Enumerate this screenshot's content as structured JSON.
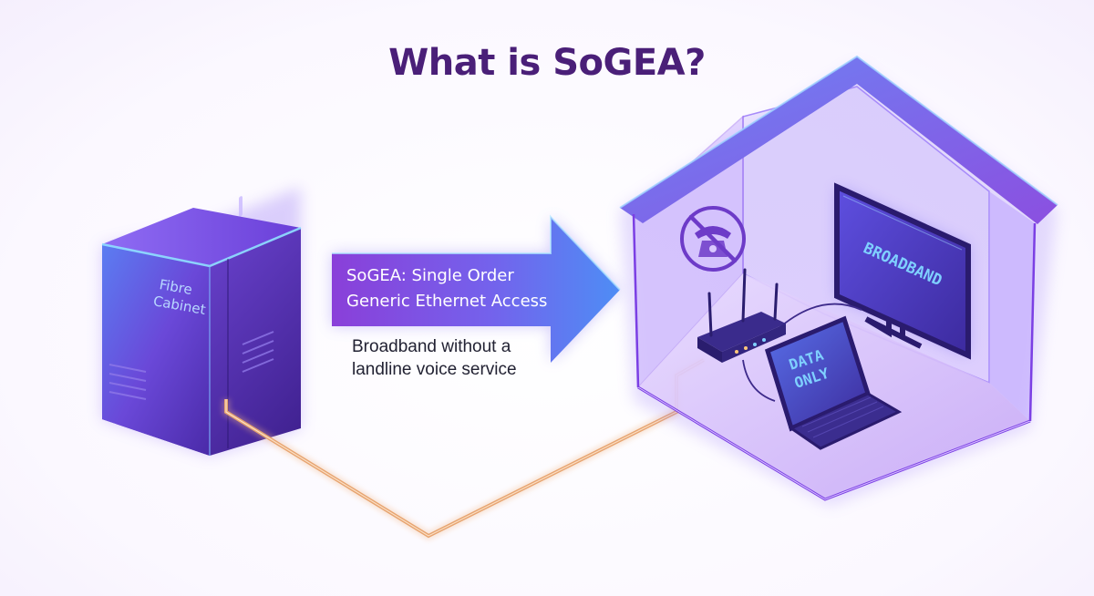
{
  "title": "What is SoGEA?",
  "arrow": {
    "line1": "SoGEA: Single Order",
    "line2": "Generic Ethernet Access"
  },
  "description": {
    "line1": "Broadband without a",
    "line2": "landline voice service"
  },
  "cabinet": {
    "line1": "Fibre",
    "line2": "Cabinet"
  },
  "tv_screen_text": "BROADBAND",
  "laptop_screen": {
    "line1": "DATA",
    "line2": "ONLY"
  },
  "icons": {
    "phone_status": "no-landline-phone-icon"
  },
  "colors": {
    "title": "#4a1f78",
    "purple": "#7b3fe4",
    "blue": "#4f7cf0",
    "cable": "#e7a470"
  }
}
